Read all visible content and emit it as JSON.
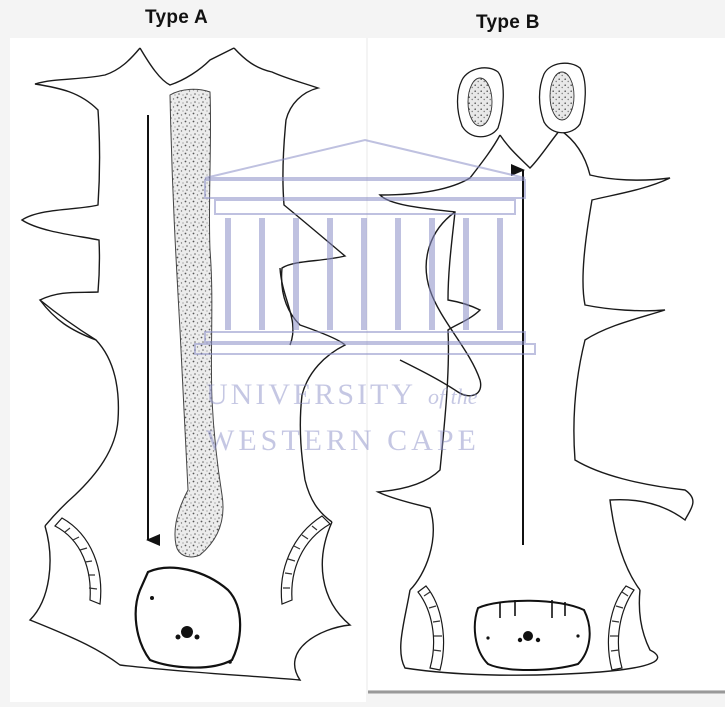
{
  "panels": [
    {
      "label": "Type A"
    },
    {
      "label": "Type B"
    }
  ],
  "watermark": {
    "line1": "UNIVERSITY",
    "line1_suffix": "of the",
    "line2": "WESTERN CAPE"
  },
  "colors": {
    "background": "#f4f4f4",
    "panel_fill": "#ffffff",
    "ink": "#1a1a1a",
    "watermark": "#8c90c8"
  }
}
